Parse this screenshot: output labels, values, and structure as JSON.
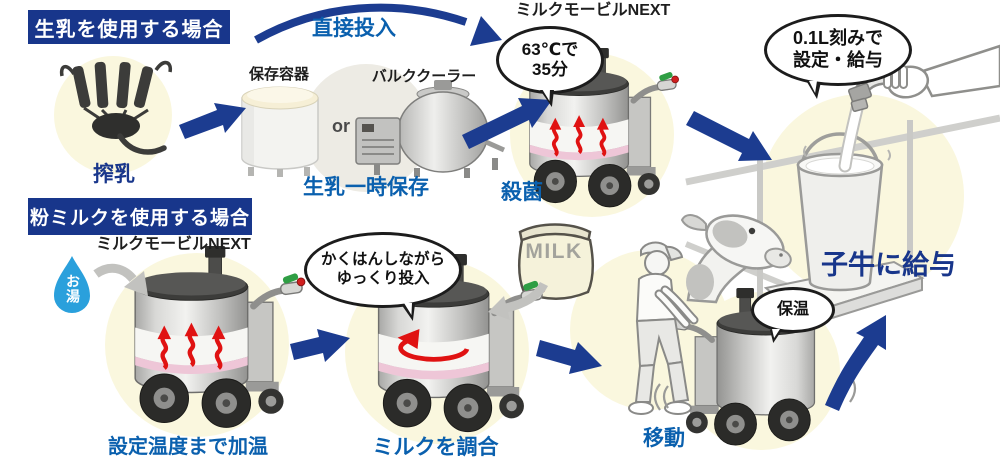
{
  "colors": {
    "header_navy": "#18368b",
    "label_blue": "#0a60ae",
    "arrow_blue": "#1c3c90",
    "heat_red": "#e01212",
    "hot_water_blue": "#2aa0dc",
    "highlight_cream": "#faf7de",
    "bubble_border": "#1c1c1c"
  },
  "raw": {
    "header": "生乳を使用する場合",
    "milking": "搾乳",
    "direct_input": "直接投入",
    "storage": "保存容器",
    "or": "or",
    "bulk_cooler": "バルククーラー",
    "temp_storage": "生乳一時保存",
    "machine_name": "ミルクモービルNEXT",
    "bubble_pasteurize": {
      "l1": "63℃で",
      "l2": "35分"
    },
    "pasteurize": "殺菌",
    "bubble_dose": {
      "l1": "0.1L刻みで",
      "l2": "設定・給与"
    },
    "feed": "子牛に給与"
  },
  "powder": {
    "header": "粉ミルクを使用する場合",
    "machine_name": "ミルクモービルNEXT",
    "hot_water": "お湯",
    "heat": "設定温度まで加温",
    "bubble_stir": {
      "l1": "かくはんしながら",
      "l2": "ゆっくり投入"
    },
    "milk_bag": "MILK",
    "mix": "ミルクを調合",
    "bubble_warm": "保温",
    "move": "移動"
  }
}
